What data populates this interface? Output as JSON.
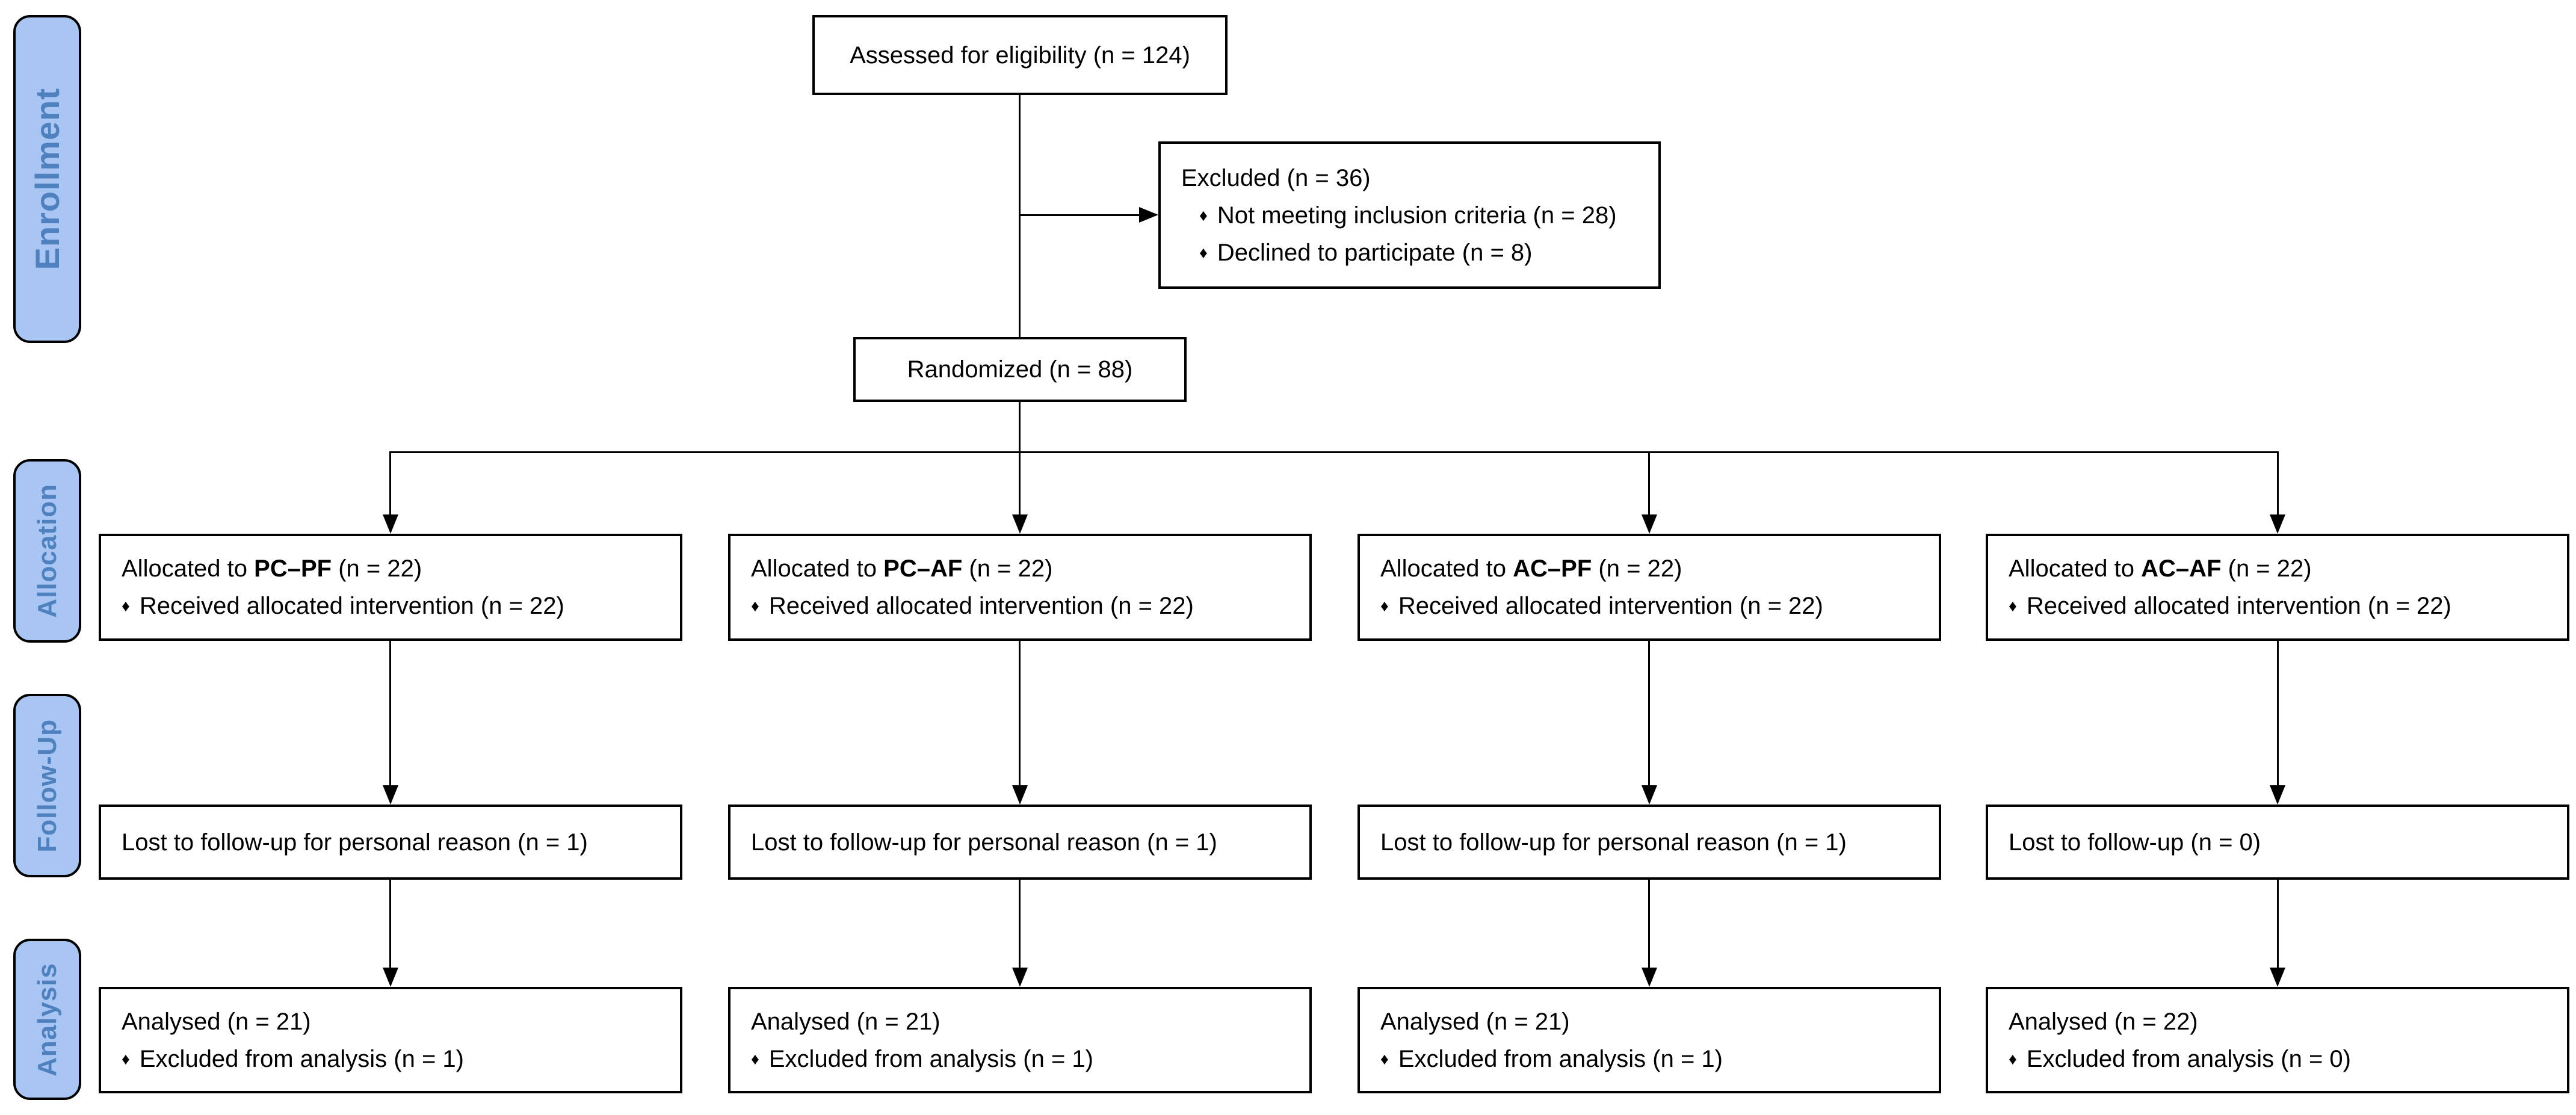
{
  "figure": {
    "bullet": "♦",
    "stages": [
      {
        "label": "Enrollment"
      },
      {
        "label": "Allocation"
      },
      {
        "label": "Follow-Up"
      },
      {
        "label": "Analysis"
      }
    ],
    "enrollment": {
      "assessed": "Assessed for eligibility (n = 124)",
      "excluded_title": "Excluded (n = 36)",
      "excluded_items": [
        "Not meeting inclusion criteria (n = 28)",
        "Declined to participate (n = 8)"
      ],
      "randomized": "Randomized (n = 88)"
    },
    "groups": [
      {
        "allocated_prefix": "Allocated to",
        "name": "PC–PF",
        "allocated_n": "(n = 22)",
        "received": "Received allocated intervention (n = 22)",
        "lost": "Lost to follow-up for personal reason (n = 1)",
        "analysed": "Analysed (n = 21)",
        "excluded_analysis": "Excluded from analysis (n = 1)"
      },
      {
        "allocated_prefix": "Allocated to",
        "name": "PC–AF",
        "allocated_n": "(n = 22)",
        "received": "Received allocated intervention (n = 22)",
        "lost": "Lost to follow-up for personal reason (n = 1)",
        "analysed": "Analysed (n = 21)",
        "excluded_analysis": "Excluded from analysis (n = 1)"
      },
      {
        "allocated_prefix": "Allocated to",
        "name": "AC–PF",
        "allocated_n": "(n = 22)",
        "received": "Received allocated intervention (n = 22)",
        "lost": "Lost to follow-up for personal reason (n = 1)",
        "analysed": "Analysed (n = 21)",
        "excluded_analysis": "Excluded from analysis (n = 1)"
      },
      {
        "allocated_prefix": "Allocated to",
        "name": "AC–AF",
        "allocated_n": "(n = 22)",
        "received": "Received allocated intervention (n = 22)",
        "lost": "Lost to follow-up (n = 0)",
        "analysed": "Analysed (n = 22)",
        "excluded_analysis": "Excluded from analysis (n = 0)"
      }
    ],
    "colors": {
      "stage_fill": "#a8c5f3",
      "stage_text": "#4e81bd",
      "line": "#000000"
    }
  }
}
